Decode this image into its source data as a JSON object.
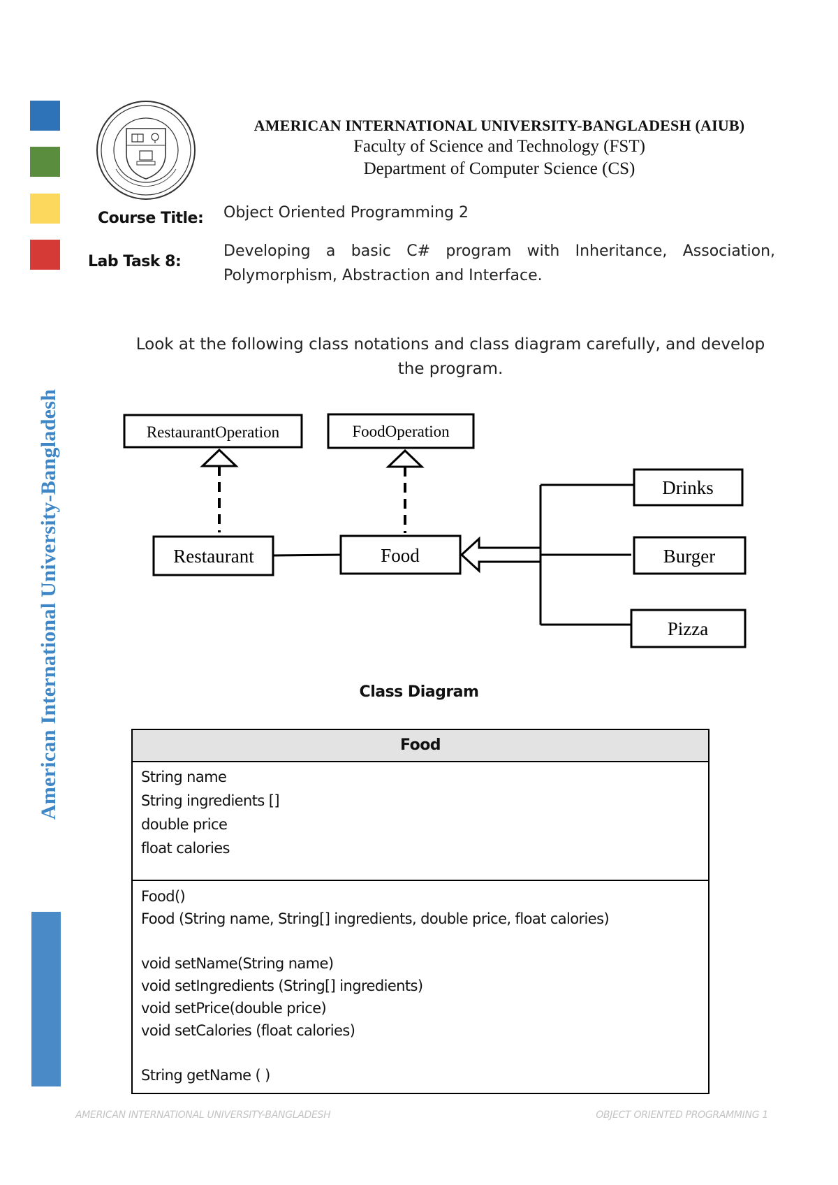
{
  "sidebar": {
    "colors": [
      "#2e73b8",
      "#5a8e3e",
      "#fcd95c",
      "#d63a37"
    ],
    "vertical_text": "American International University-Bangladesh"
  },
  "logo": {
    "icon": "university-seal-icon"
  },
  "header": {
    "university": "AMERICAN INTERNATIONAL UNIVERSITY-BANGLADESH (AIUB)",
    "faculty": "Faculty of Science and Technology (FST)",
    "department": "Department of Computer Science (CS)"
  },
  "course": {
    "label": "Course Title:",
    "value": "Object Oriented Programming 2"
  },
  "lab": {
    "label": "Lab Task 8:",
    "line1": "Developing a basic C# program with Inheritance, Association,",
    "line2": "Polymorphism, Abstraction and Interface."
  },
  "instruction": {
    "line1": "Look at the following class notations and class diagram carefully, and develop",
    "line2": "the program."
  },
  "diagram": {
    "boxes": {
      "restaurant_operation": "RestaurantOperation",
      "food_operation": "FoodOperation",
      "restaurant": "Restaurant",
      "food": "Food",
      "drinks": "Drinks",
      "burger": "Burger",
      "pizza": "Pizza"
    },
    "caption": "Class Diagram"
  },
  "class_table": {
    "name": "Food",
    "attributes": [
      "String name",
      "String ingredients []",
      "double price",
      "float calories"
    ],
    "methods": [
      "Food()",
      "Food (String name, String[] ingredients, double price, float calories)",
      "",
      "void setName(String name)",
      "void setIngredients (String[] ingredients)",
      "void setPrice(double price)",
      "void setCalories (float calories)",
      "",
      "String getName ( )"
    ]
  },
  "footer": {
    "left": "AMERICAN INTERNATIONAL UNIVERSITY-BANGLADESH",
    "right": "OBJECT ORIENTED PROGRAMMING 1"
  }
}
